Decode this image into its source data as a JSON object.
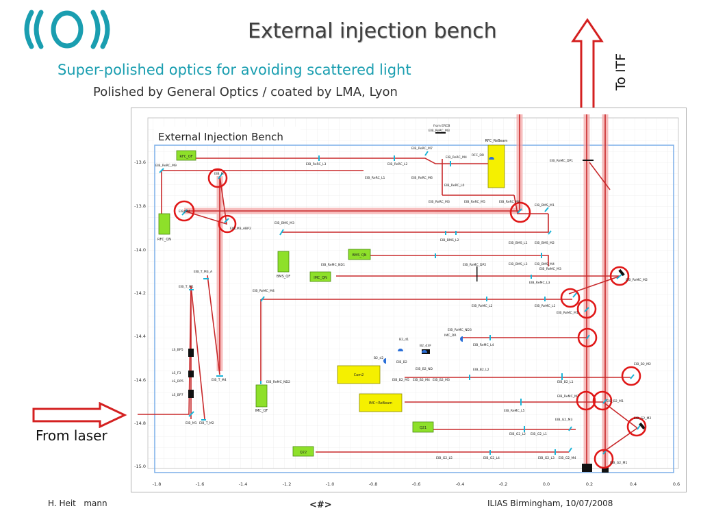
{
  "header": {
    "title": "External injection bench",
    "subtitle": "Super-polished optics for avoiding scattered light",
    "subtitle2": "Polished by General Optics / coated by LMA, Lyon"
  },
  "annotations": {
    "to_itf": "To ITF",
    "from_laser": "From laser"
  },
  "bench": {
    "title": "External Injection Bench",
    "y_ticks": [
      "-13.6",
      "-13.8",
      "-14.0",
      "-14.2",
      "-14.4",
      "-14.6",
      "-14.8",
      "-15.0"
    ],
    "x_ticks": [
      "-1.8",
      "-1.6",
      "-1.4",
      "-1.2",
      "-1.0",
      "-0.8",
      "-0.6",
      "-0.4",
      "-0.2",
      "0.0",
      "0.2",
      "0.4",
      "0.6"
    ],
    "boxes": {
      "rfc_qf": "RFC_QF",
      "rfc_qn": "RFC_QN",
      "bms_qf": "BMS_QF",
      "bms_qn": "BMS_QN",
      "imc_qn": "IMC_QN",
      "imc_qf": "IMC_QF",
      "cam2": "Cam2",
      "imc_rebeam": "IMC~ReBeam",
      "q21": "Q21",
      "q22": "Q22",
      "rfc_rebeam": "RFC_ReBeam"
    },
    "labels": {
      "eib_rerc_m9": "EIB_ReRC_M9",
      "eib_rerc_l3": "EIB_ReRC_L3",
      "eib_rerc_m7": "EIB_ReRC_M7",
      "eib_rerc_m4": "EIB_ReRC_M4",
      "eib_rerc_l2": "EIB_ReRC_L2",
      "eib_rerc_l1": "EIB_ReRC_L1",
      "eib_rerc_m6": "EIB_ReRC_M6",
      "eib_rerc_l0": "EIB_ReRC_L0",
      "eib_rerc_m3": "EIB_ReRC_M3",
      "eib_rerc_m5": "EIB_ReRC_M5",
      "eib_rerc_m8": "EIB_ReRC_M8",
      "from_ercb": "from ERCB",
      "eib_rerc_m3b": "EIB_ReRC_M3",
      "rfc_dr": "RFC_DR",
      "eib_remc_dp1": "EIB_ReMC_DP1",
      "eib_m": "EIB_M",
      "eib_m4": "EIB_M4",
      "eib_abp2": "EIB_M3_ABP2",
      "eib_bms_m1": "EIB_BMS_M1",
      "eib_bms_m3": "EIB_BMS_M3",
      "eib_bms_l2": "EIB_BMS_L2",
      "eib_bms_l1": "EIB_BMS_L1",
      "eib_bms_m2": "EIB_BMS_M2",
      "eib_bms_l3": "EIB_BMS_L3",
      "eib_bms_m4": "EIB_BMS_M4",
      "eib_remc_nd1": "EIB_ReMC_ND1",
      "eib_remc_dp2": "EIB_ReMC_DP2",
      "eib_remc_m3": "EIB_ReMC_M3",
      "eib_remc_l3": "EIB_ReMC_L3",
      "eib_remc_m2": "EIB_ReMC_M2",
      "eib_remc_m4": "EIB_ReMC_M4",
      "eib_remc_l2": "EIB_ReMC_L2",
      "eib_remc_l1": "EIB_ReMC_L1",
      "eib_remc_m1": "EIB_ReMC_M1",
      "eib_t_m3_a": "EIB_T_M3_A",
      "eib_t_m1": "EIB_T_M1",
      "eib_t_m4": "EIB_T_M4",
      "eib_t_m2": "EIB_T_M2",
      "eib_m1": "EIB_M1",
      "ls_bp5": "LS_BP5",
      "ls_f3": "LS_F3",
      "ls_dp5": "LS_DP5",
      "ls_bp7": "LS_BP7",
      "eib_remc_nd3": "EIB_ReMC_ND3",
      "imc_dr": "IMC_DR",
      "eib_remc_l4": "EIB_ReMC_L4",
      "b2_d1": "B2_d1",
      "b2_d3f": "B2_d3F",
      "b2_d2": "B2_d2",
      "eib_b2": "EIB_B2",
      "eib_b2_nd": "EIB_B2_ND",
      "eib_b2_m5": "EIB_B2_M5",
      "eib_b2_m4": "EIB_B2_M4",
      "eib_b2_m3": "EIB_B2_M3",
      "eib_b2_l2": "EIB_B2_L2",
      "eib_b2_m2": "EIB_B2_M2",
      "eib_b2_l1": "EIB_B2_L1",
      "eib_b2_m1": "EIB_B2_M1",
      "eib_remc_nd2": "EIB_ReMC_ND2",
      "eib_remc_l5": "EIB_ReMC_L5",
      "eib_remc_m7": "EIB_ReMC_M7",
      "eib_g2_m3": "EIB_G2_M3",
      "eib_g2_l2": "EIB_G2_L2",
      "eib_g2_l1": "EIB_G2_L1",
      "eib_g2_m2": "EIB_G2_M2",
      "eib_g2_l5": "EIB_G2_L5",
      "eib_g2_l4": "EIB_G2_L4",
      "eib_g2_l3": "EIB_G2_L3",
      "eib_g2_m4": "EIB_G2_M4",
      "eib_g2_m1": "EIB_G2_M1"
    }
  },
  "footer": {
    "author": "H. Heit   mann",
    "page": "<#>",
    "event": "ILIAS Birmingham, 10/07/2008"
  },
  "colors": {
    "accent_teal": "#1a9eb0",
    "arrow_red": "#d42020",
    "beam_red": "#c8282a",
    "component_green": "#8ee02a",
    "component_yellow": "#f5f000"
  }
}
